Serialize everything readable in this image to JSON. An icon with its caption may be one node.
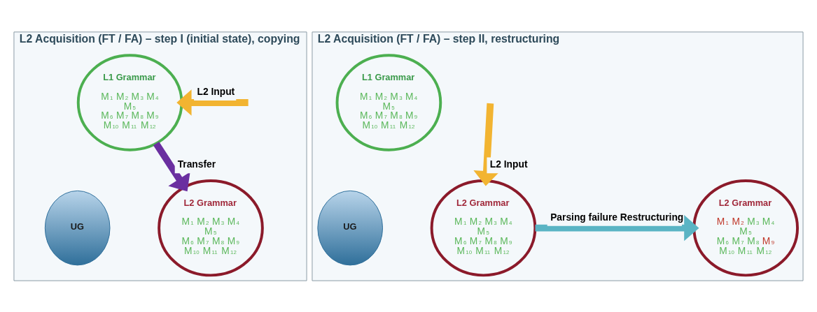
{
  "diagram": {
    "nodes": [
      {
        "text": [
          "L2 Acquisition (FT / FA) – step I (initial state), copying"
        ]
      },
      {
        "text": [
          "L1 Grammar",
          "M$_{1}$ M$_{2}$ M$_{3}$ M$_{4}$ M$_{5}$ M$_{6}$ M$_{7}$ M$_{8}$ M$_{9}$ M$_{10}$ M$_{11}$ M$_{12}$"
        ],
        "in": 0
      },
      {
        "text": [
          "UG"
        ],
        "in": 0
      },
      {
        "text": [
          "L2 Grammar",
          "M$_{1}$ M$_{2}$ M$_{3}$ M$_{4}$ M$_{5}$ M$_{6}$ M$_{7}$ M$_{8}$ M$_{9}$ M$_{10}$ M$_{11}$ M$_{12}$"
        ],
        "in": 0
      },
      {
        "text": [
          "L2 Acquisition (FT / FA) – step II, restructuring"
        ]
      },
      {
        "text": [
          "L1 Grammar",
          "M$_{1}$ M$_{2}$ M$_{3}$ M$_{4}$ M$_{5}$ M$_{6}$ M$_{7}$ M$_{8}$ M$_{9}$ M$_{10}$ M$_{11}$ M$_{12}$"
        ],
        "in": 4
      },
      {
        "text": [
          "UG"
        ],
        "in": 4
      },
      {
        "text": [
          "L2 Grammar",
          "M$_{1}$ M$_{2}$ M$_{3}$ M$_{4}$ M$_{5}$ M$_{6}$ M$_{7}$ M$_{8}$ M$_{9}$ M$_{10}$ M$_{11}$ M$_{12}$"
        ],
        "in": 4
      },
      {
        "text": [
          "L2 Grammar",
          "M$_{1}$ M$_{2}$ M$_{3}$ M$_{4}$ M$_{5}$ M$_{6}$ M$_{7}$ M$_{8}$ M$_{9}$ M$_{10}$ M$_{11}$ M$_{12}$"
        ],
        "in": 4
      }
    ],
    "edges": [
      {
        "from": null,
        "to": 1,
        "arrow": "to",
        "label": "L2 Input",
        "color": "#f2b431"
      },
      {
        "from": 1,
        "to": 3,
        "arrow": "to",
        "label": "Transfer",
        "color": "#6a2fa0"
      },
      {
        "from": null,
        "to": 7,
        "arrow": "to",
        "label": "L2 Input",
        "color": "#f2b431"
      },
      {
        "from": 7,
        "to": 8,
        "arrow": "to",
        "label": "Parsing failure Restructuring",
        "color": "#5ab4c4"
      }
    ]
  }
}
